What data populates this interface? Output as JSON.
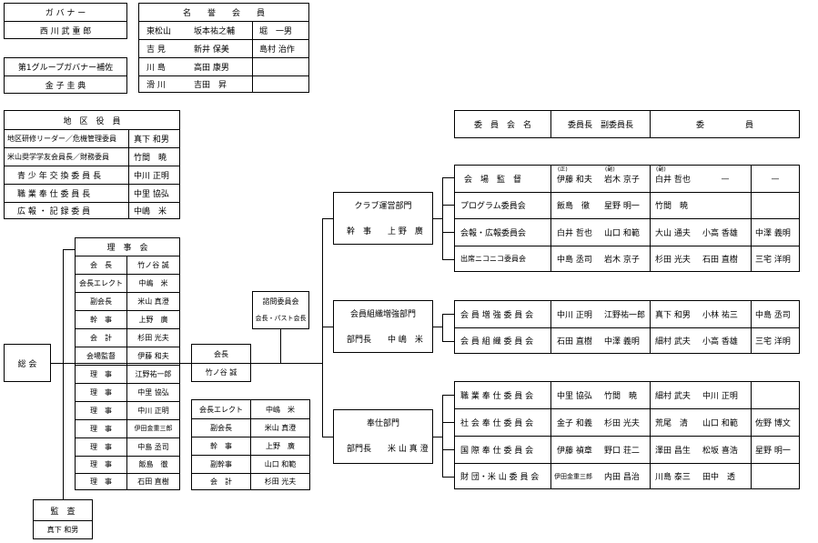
{
  "governor": {
    "title": "ガ バ ナ ー",
    "name": "西 川 武 重 郎"
  },
  "governor_asst": {
    "title": "第1グループガバナー補佐",
    "name": "金 子 圭 典"
  },
  "honorary": {
    "title": "名　　誉　　会　　員",
    "rows": [
      [
        "東松山",
        "坂本祐之輔",
        "堀　一男"
      ],
      [
        "吉 見",
        "新井 保美",
        "島村 治作"
      ],
      [
        "川 島",
        "高田 康男",
        ""
      ],
      [
        "滑 川",
        "吉田　昇",
        ""
      ]
    ]
  },
  "district": {
    "title": "地　区　役　員",
    "rows": [
      [
        "地区研修リーダー／危機管理委員",
        "真下 和男"
      ],
      [
        "米山奨学学友会員長／財務委員",
        "竹間　暁"
      ],
      [
        "青 少 年 交 換 委 員 長",
        "中川 正明"
      ],
      [
        "職 業 奉 仕 委 員 長",
        "中里 協弘"
      ],
      [
        "広 報 ・ 記 録 委 員",
        "中嶋　米"
      ]
    ]
  },
  "riji": {
    "title": "理　事　会",
    "rows": [
      [
        "会　長",
        "竹ノ谷 誠"
      ],
      [
        "会長エレクト",
        "中嶋　米"
      ],
      [
        "副会長",
        "米山 真澄"
      ],
      [
        "幹　事",
        "上野　廣"
      ],
      [
        "会　計",
        "杉田 光夫"
      ],
      [
        "会場監督",
        "伊藤 和夫"
      ],
      [
        "理　事",
        "江野祐一郎"
      ],
      [
        "理　事",
        "中里 協弘"
      ],
      [
        "理　事",
        "中川 正明"
      ],
      [
        "理　事",
        "伊田金重三郎"
      ],
      [
        "理　事",
        "中島 丞司"
      ],
      [
        "理　事",
        "飯島　徹"
      ],
      [
        "理　事",
        "石田 直樹"
      ]
    ]
  },
  "soukai": {
    "label": "総 会"
  },
  "kansa": {
    "title": "監　査",
    "name": "真下 和男"
  },
  "kaicho": {
    "title": "会長",
    "name": "竹ノ谷 誠"
  },
  "officers": {
    "rows": [
      [
        "会長エレクト",
        "中嶋　米"
      ],
      [
        "副会長",
        "米山 真澄"
      ],
      [
        "幹　事",
        "上野　廣"
      ],
      [
        "副幹事",
        "山口 和範"
      ],
      [
        "会　計",
        "杉田 光夫"
      ]
    ]
  },
  "advisory": {
    "title": "諮問委員会",
    "sub": "会長・パスト会長"
  },
  "div_club": {
    "title": "クラブ運営部門",
    "sub": "幹　事　　上 野　廣"
  },
  "div_member": {
    "title": "会員組織増強部門",
    "sub": "部門長　　中 嶋　米"
  },
  "div_service": {
    "title": "奉仕部門",
    "sub": "部門長　　米 山 真 澄"
  },
  "committee_header": {
    "c1": "委　員　会　名",
    "c2": "委員長　副委員長",
    "c3": "委　　　　　員"
  },
  "committees_club": [
    {
      "name": "会　場　監　督",
      "chair": "伊藤 和夫",
      "vice": "岩木 京子",
      "m1": "白井 哲也",
      "m2": "—",
      "m3": "—",
      "tag_chair": "(正)",
      "tag_vice": "(副)",
      "tag_m1": "(副)"
    },
    {
      "name": "プログラム委員会",
      "chair": "飯島　徹",
      "vice": "星野 明一",
      "m1": "竹間　暁",
      "m2": "",
      "m3": ""
    },
    {
      "name": "会報・広報委員会",
      "chair": "白井 哲也",
      "vice": "山口 和範",
      "m1": "大山 通夫",
      "m2": "小高 香雄",
      "m3": "中澤 義明"
    },
    {
      "name": "出席ニコニコ委員会",
      "chair": "中島 丞司",
      "vice": "岩木 京子",
      "m1": "杉田 光夫",
      "m2": "石田 直樹",
      "m3": "三宅 洋明"
    }
  ],
  "committees_member": [
    {
      "name": "会 員 増 強 委 員 会",
      "chair": "中川 正明",
      "vice": "江野祐一郎",
      "m1": "真下 和男",
      "m2": "小林 祐三",
      "m3": "中島 丞司"
    },
    {
      "name": "会 員 組 織 委 員 会",
      "chair": "石田 直樹",
      "vice": "中澤 義明",
      "m1": "細村 武夫",
      "m2": "小高 香雄",
      "m3": "三宅 洋明"
    }
  ],
  "committees_service": [
    {
      "name": "職 業 奉 仕 委 員 会",
      "chair": "中里 協弘",
      "vice": "竹間　暁",
      "m1": "細村 武夫",
      "m2": "中川 正明",
      "m3": ""
    },
    {
      "name": "社 会 奉 仕 委 員 会",
      "chair": "金子 和義",
      "vice": "杉田 光夫",
      "m1": "荒尾　清",
      "m2": "山口 和範",
      "m3": "佐野 博文"
    },
    {
      "name": "国 際 奉 仕 委 員 会",
      "chair": "伊藤 禎章",
      "vice": "野口 荘二",
      "m1": "澤田 昌生",
      "m2": "松坂 喜浩",
      "m3": "星野 明一"
    },
    {
      "name": "財 団・米 山 委 員 会",
      "chair": "伊田金重三郎",
      "vice": "内田 昌治",
      "m1": "川島 泰三",
      "m2": "田中　透",
      "m3": ""
    }
  ]
}
